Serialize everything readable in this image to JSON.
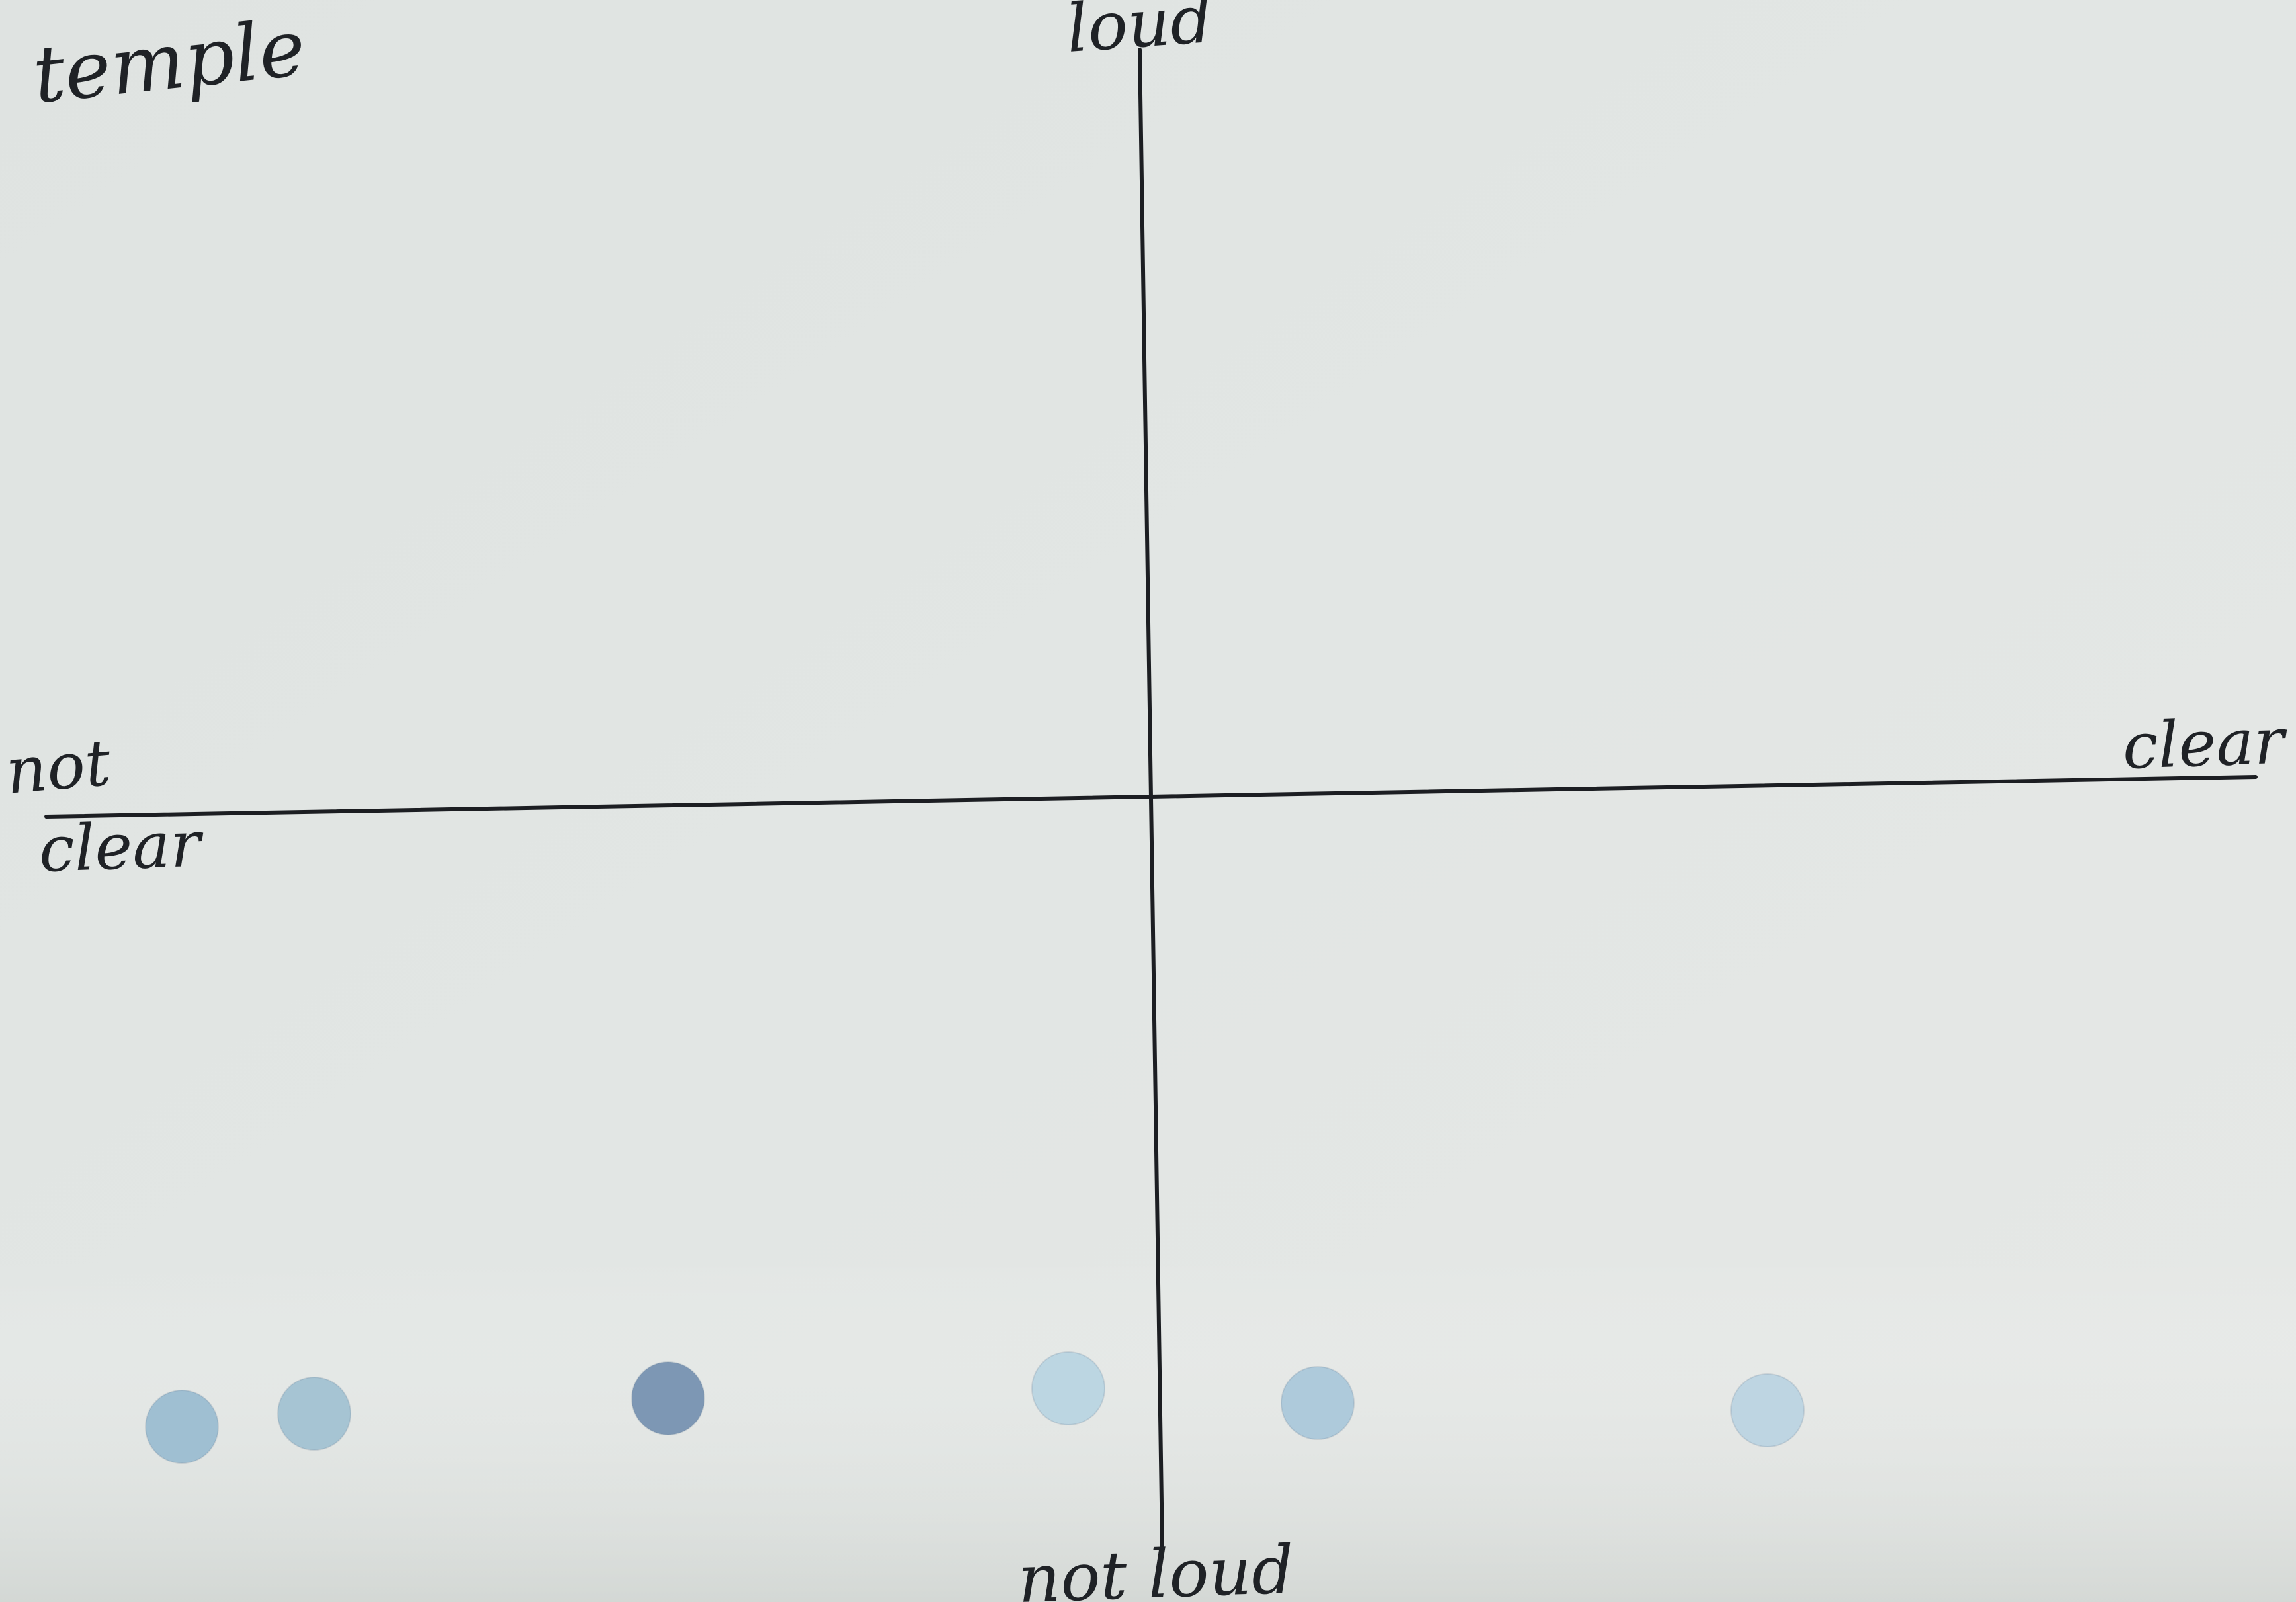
{
  "card": {
    "title": "temple",
    "labels": {
      "top": "loud",
      "bottom": "not loud",
      "left_line1": "not",
      "left_line2": "clear",
      "right": "clear"
    }
  },
  "stickers": {
    "count": 6,
    "colors": [
      "#9fbfd2",
      "#a6c4d3",
      "#7d97b4",
      "#bcd6e2",
      "#aecadb",
      "#bed5e2"
    ]
  },
  "colors": {
    "paper": "#e0e4e1",
    "ink": "#1f2226"
  }
}
